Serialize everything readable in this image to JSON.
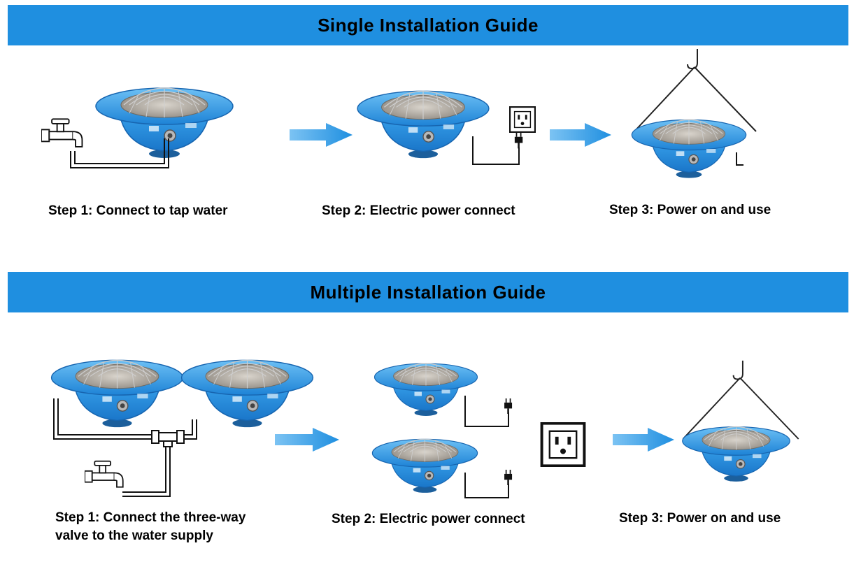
{
  "colors": {
    "banner": "#1f8fe0",
    "product_blue": "#2f9be8",
    "arrow_blue": "#2a97e6"
  },
  "single": {
    "title": "Single Installation Guide",
    "steps": [
      {
        "label": "Step 1: Connect to tap water"
      },
      {
        "label": "Step 2: Electric power connect"
      },
      {
        "label": "Step 3: Power on and use"
      }
    ]
  },
  "multiple": {
    "title": "Multiple Installation Guide",
    "steps": [
      {
        "line1": "Step 1: Connect the three-way",
        "line2": "valve to the water supply"
      },
      {
        "label": "Step 2: Electric power connect"
      },
      {
        "label": "Step 3: Power on and use"
      }
    ]
  },
  "icons": {
    "heater": "round-mist-heater-icon",
    "tap": "water-tap-icon",
    "outlet": "wall-outlet-icon",
    "plug": "power-plug-icon",
    "hook": "hanging-hook-icon",
    "valve": "three-way-valve-icon",
    "arrow": "right-arrow-icon"
  }
}
